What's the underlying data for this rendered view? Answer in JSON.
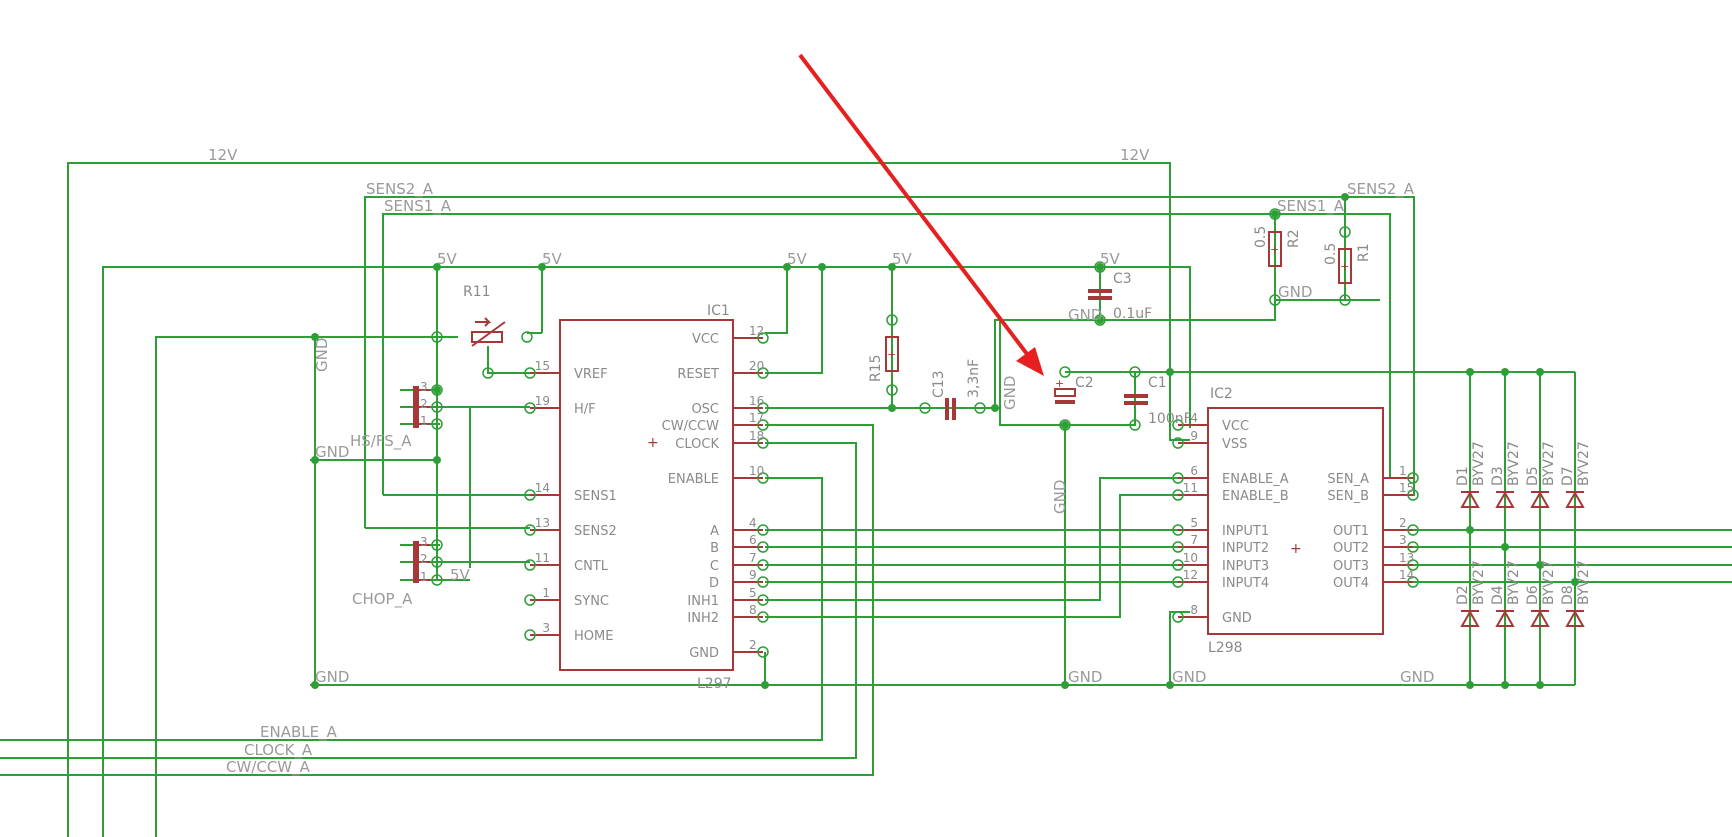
{
  "nets": {
    "v12_left": "12V",
    "v12_right": "12V",
    "sens2_left": "SENS2_A",
    "sens1_left": "SENS1_A",
    "sens1_right": "SENS1_A",
    "sens2_right": "SENS2_A",
    "v5_1": "5V",
    "v5_2": "5V",
    "v5_3": "5V",
    "v5_4": "5V",
    "v5_5": "5V",
    "v5_6": "5V",
    "gnd_1": "GND",
    "gnd_2": "GND",
    "gnd_3": "GND",
    "gnd_4": "GND",
    "gnd_5": "GND",
    "gnd_6": "GND",
    "gnd_7": "GND",
    "gnd_8": "GND",
    "gnd_9": "GND",
    "gnd_10": "GND",
    "gnd_11": "GND",
    "hsfs": "HS/FS_A",
    "chop": "CHOP_A",
    "enable": "ENABLE_A",
    "clock": "CLOCK_A",
    "cwccw": "CW/CCW_A"
  },
  "ic1": {
    "name": "IC1",
    "value": "L297",
    "left_pins": [
      {
        "num": "15",
        "label": "VREF"
      },
      {
        "num": "19",
        "label": "H/F"
      },
      {
        "num": "14",
        "label": "SENS1"
      },
      {
        "num": "13",
        "label": "SENS2"
      },
      {
        "num": "11",
        "label": "CNTL"
      },
      {
        "num": "1",
        "label": "SYNC"
      },
      {
        "num": "3",
        "label": "HOME"
      }
    ],
    "right_pins": [
      {
        "num": "12",
        "label": "VCC"
      },
      {
        "num": "20",
        "label": "RESET"
      },
      {
        "num": "16",
        "label": "OSC"
      },
      {
        "num": "17",
        "label": "CW/CCW"
      },
      {
        "num": "18",
        "label": "CLOCK"
      },
      {
        "num": "10",
        "label": "ENABLE"
      },
      {
        "num": "4",
        "label": "A"
      },
      {
        "num": "6",
        "label": "B"
      },
      {
        "num": "7",
        "label": "C"
      },
      {
        "num": "9",
        "label": "D"
      },
      {
        "num": "5",
        "label": "INH1"
      },
      {
        "num": "8",
        "label": "INH2"
      },
      {
        "num": "2",
        "label": "GND"
      }
    ]
  },
  "ic2": {
    "name": "IC2",
    "value": "L298",
    "left_pins": [
      {
        "num": "4",
        "label": "VCC"
      },
      {
        "num": "9",
        "label": "VSS"
      },
      {
        "num": "6",
        "label": "ENABLE_A"
      },
      {
        "num": "11",
        "label": "ENABLE_B"
      },
      {
        "num": "5",
        "label": "INPUT1"
      },
      {
        "num": "7",
        "label": "INPUT2"
      },
      {
        "num": "10",
        "label": "INPUT3"
      },
      {
        "num": "12",
        "label": "INPUT4"
      },
      {
        "num": "8",
        "label": "GND"
      }
    ],
    "right_pins": [
      {
        "num": "1",
        "label": "SEN_A"
      },
      {
        "num": "15",
        "label": "SEN_B"
      },
      {
        "num": "2",
        "label": "OUT1"
      },
      {
        "num": "3",
        "label": "OUT2"
      },
      {
        "num": "13",
        "label": "OUT3"
      },
      {
        "num": "14",
        "label": "OUT4"
      }
    ]
  },
  "components": {
    "r11": "R11",
    "r15": "R15",
    "c13_name": "C13",
    "c13_value": "3,3nF",
    "c3_name": "C3",
    "c3_value": "0.1uF",
    "c2_name": "C2",
    "c1_name": "C1",
    "c1_value": "100nF",
    "r1_name": "R1",
    "r1_value": "0.5",
    "r2_name": "R2",
    "r2_value": "0.5",
    "diode_value": "BYV27",
    "diode_top": [
      "D1",
      "D3",
      "D5",
      "D7"
    ],
    "diode_bottom": [
      "D2",
      "D4",
      "D6",
      "D8"
    ]
  },
  "colors": {
    "wire": "#2e9e36",
    "symbol": "#a83838",
    "label": "#8a8a8a",
    "annotation_arrow": "#e62020"
  }
}
